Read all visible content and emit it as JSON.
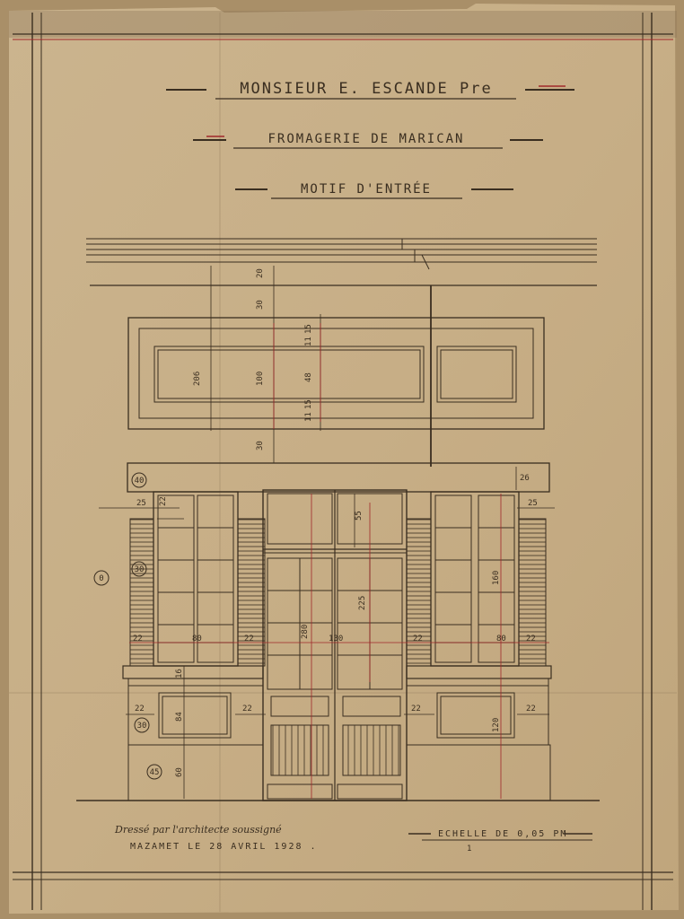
{
  "header": {
    "client": "MONSIEUR E. ESCANDE Pre",
    "project": "FROMAGERIE DE MARICAN",
    "subject": "MOTIF D'ENTRÉE"
  },
  "footer": {
    "signature_line1": "Dressé par l'architecte soussigné",
    "signature_line2": "MAZAMET LE 28 AVRIL 1928 .",
    "scale": "ECHELLE DE 0,05 PM",
    "scale_mark": "1"
  },
  "dimensions": {
    "cornice_20": "20",
    "gap_30_top": "30",
    "panel_height_206": "206",
    "panel_100": "100",
    "panel_15_top": "15",
    "panel_11_top": "11",
    "panel_48": "48",
    "panel_15_bottom": "15",
    "panel_11_bottom": "11",
    "gap_30_bottom": "30",
    "fascia_26": "26",
    "left_25": "25",
    "right_25": "25",
    "left_22_top": "22",
    "door_fan_55": "55",
    "door_280": "280",
    "door_225": "225",
    "win_left_80": "80",
    "win_right_80": "80",
    "door_width_130": "130",
    "right_160": "160",
    "left_22_shutter": "22",
    "mid_22_a": "22",
    "mid_22_b": "22",
    "right_22_shutter": "22",
    "sill_16": "16",
    "base_left_22": "22",
    "base_84": "84",
    "base_mid_22a": "22",
    "base_mid_22b": "22",
    "base_right_22": "22",
    "base_120": "120",
    "plinth_60": "60",
    "circle_40": "40",
    "circle_30_a": "30",
    "circle_30_b": "30",
    "circle_45": "45",
    "circle_0": "0"
  },
  "colors": {
    "paper": "#c9b28c",
    "ink": "#3a2e20",
    "red_ink": "#a0282a"
  }
}
